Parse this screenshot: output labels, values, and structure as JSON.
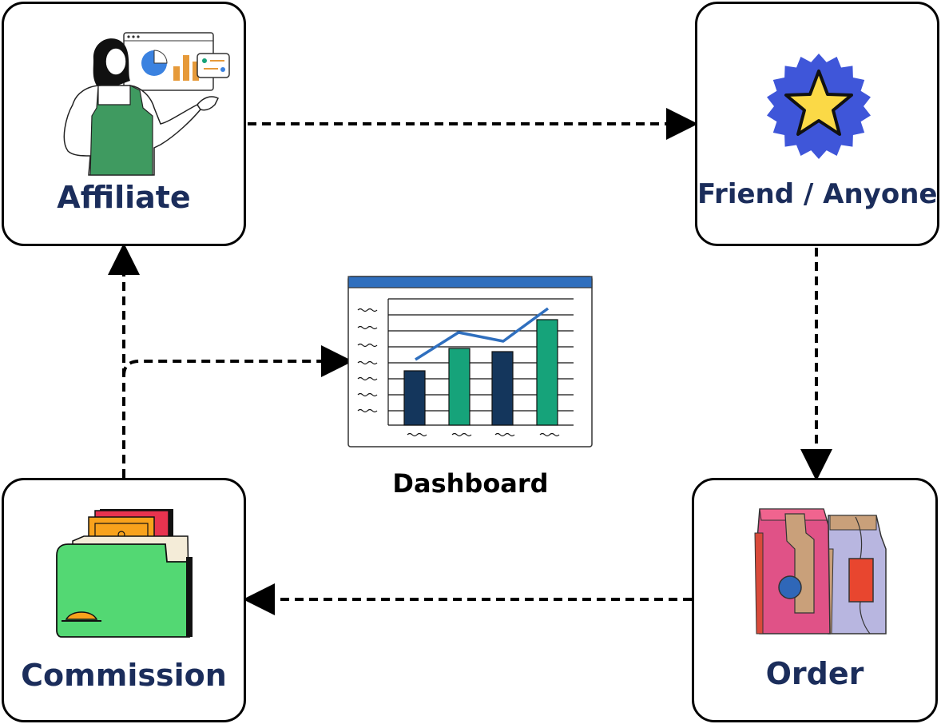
{
  "nodes": {
    "affiliate": {
      "label": "Affiliate",
      "icon": "affiliate-presenter-icon"
    },
    "friend": {
      "label": "Friend / Anyone",
      "icon": "star-badge-icon"
    },
    "order": {
      "label": "Order",
      "icon": "shopping-bags-icon"
    },
    "commission": {
      "label": "Commission",
      "icon": "wallet-money-icon"
    }
  },
  "dashboard": {
    "label": "Dashboard",
    "icon": "dashboard-chart-icon"
  },
  "colors": {
    "label_text": "#1b2d5b",
    "border": "#000000",
    "chart_header": "#2f6fbe",
    "bar_dark": "#14365c",
    "bar_green": "#16a37a",
    "trend_line": "#2f6fbe"
  }
}
